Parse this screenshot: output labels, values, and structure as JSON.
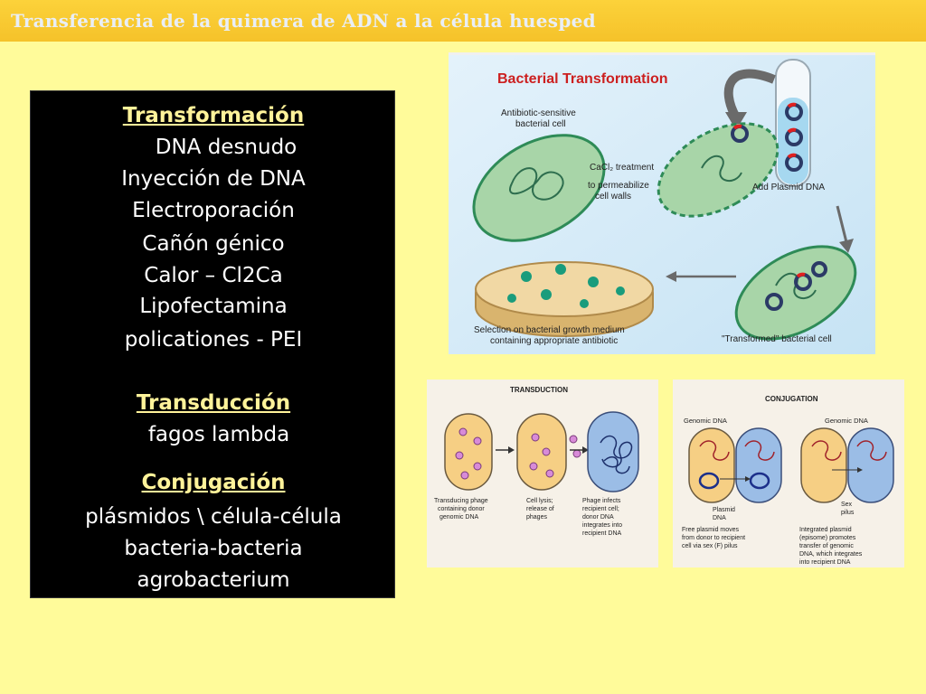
{
  "slide": {
    "title": "Transferencia de la quimera de ADN a la célula huesped"
  },
  "methods": {
    "transformation": {
      "heading": "Transformación",
      "items": [
        "DNA desnudo",
        "Inyección de DNA",
        "Electroporación",
        "Cañón génico",
        "Calor – Cl2Ca",
        "Lipofectamina",
        "policationes - PEI"
      ]
    },
    "transduction": {
      "heading": "Transducción",
      "items": [
        "fagos lambda"
      ]
    },
    "conjugation": {
      "heading": "Conjugación",
      "items": [
        "plásmidos \\ célula-célula",
        "bacteria-bacteria",
        "agrobacterium"
      ]
    }
  },
  "figures": {
    "bacterial_transformation": {
      "title": "Bacterial Transformation",
      "cell_label_1": "Antibiotic-sensitive",
      "cell_label_2": "bacterial cell",
      "treatment_1": "CaCl₂ treatment",
      "treatment_2": "to permeabilize",
      "treatment_3": "cell walls",
      "add_plasmid": "Add Plasmid DNA",
      "selection_1": "Selection on bacterial growth medium",
      "selection_2": "containing appropriate antibiotic",
      "transformed": "\"Transformed\" bacterial cell"
    },
    "transduction": {
      "title": "TRANSDUCTION",
      "cap1_1": "Transducing phage",
      "cap1_2": "containing donor",
      "cap1_3": "genomic DNA",
      "cap2_1": "Cell lysis;",
      "cap2_2": "release of",
      "cap2_3": "phages",
      "cap3_1": "Phage infects",
      "cap3_2": "recipient cell;",
      "cap3_3": "donor DNA",
      "cap3_4": "integrates into",
      "cap3_5": "recipient DNA"
    },
    "conjugation": {
      "title": "CONJUGATION",
      "genomic_1": "Genomic DNA",
      "genomic_2": "Genomic DNA",
      "plasmid_1": "Plasmid",
      "plasmid_2": "DNA",
      "sex_1": "Sex",
      "sex_2": "pilus",
      "capA_1": "Free plasmid moves",
      "capA_2": "from donor to recipient",
      "capA_3": "cell via sex (F) pilus",
      "capB_1": "Integrated plasmid",
      "capB_2": "(episome) promotes",
      "capB_3": "transfer of genomic",
      "capB_4": "DNA, which integrates",
      "capB_5": "into recipient DNA"
    }
  }
}
